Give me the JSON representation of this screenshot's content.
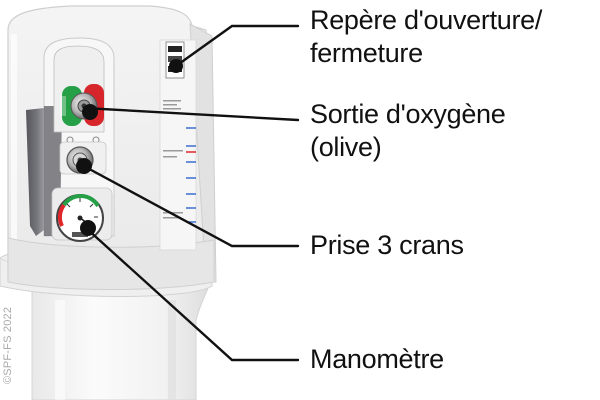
{
  "labels": {
    "opening_mark": "Repère d'ouverture/\nfermeture",
    "oxygen_outlet": "Sortie d'oxygène\n(olive)",
    "notched_socket": "Prise 3 crans",
    "pressure_gauge": "Manomètre"
  },
  "copyright": "©SPF-FS 2022",
  "colors": {
    "leader_line": "#111111",
    "callout_dot": "#111111",
    "cylinder_body": "#f1f1f1",
    "window_shadow": "#6d6d73",
    "valve_red": "#d7262b",
    "valve_green": "#25a046",
    "gauge_red": "#e0262a",
    "scale_blue": "#3d6fd1",
    "copyright_text": "#a9a9a9"
  }
}
